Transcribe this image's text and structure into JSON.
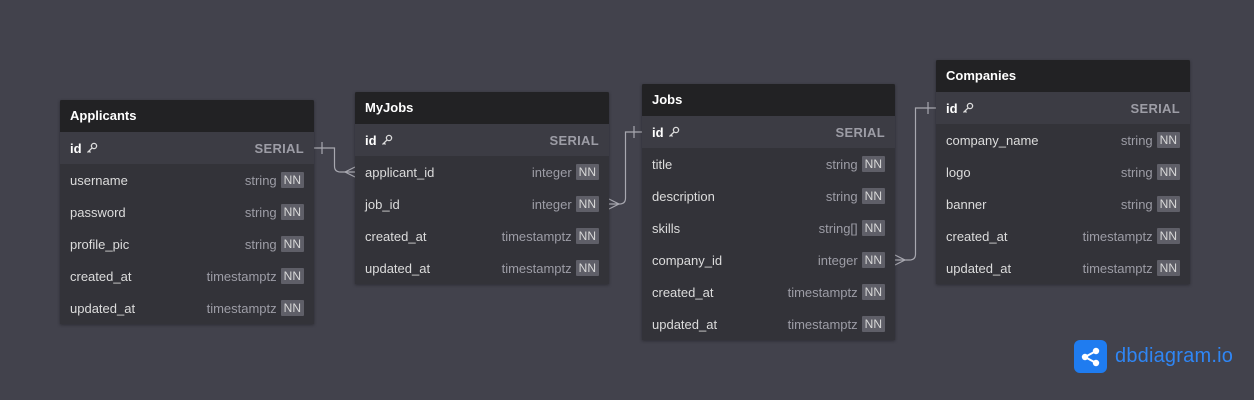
{
  "tables": [
    {
      "id": "applicants",
      "name": "Applicants",
      "fields": [
        {
          "name": "id",
          "type": "SERIAL",
          "pk": true,
          "nn": false
        },
        {
          "name": "username",
          "type": "string",
          "pk": false,
          "nn": true
        },
        {
          "name": "password",
          "type": "string",
          "pk": false,
          "nn": true
        },
        {
          "name": "profile_pic",
          "type": "string",
          "pk": false,
          "nn": true
        },
        {
          "name": "created_at",
          "type": "timestamptz",
          "pk": false,
          "nn": true
        },
        {
          "name": "updated_at",
          "type": "timestamptz",
          "pk": false,
          "nn": true
        }
      ]
    },
    {
      "id": "myjobs",
      "name": "MyJobs",
      "fields": [
        {
          "name": "id",
          "type": "SERIAL",
          "pk": true,
          "nn": false
        },
        {
          "name": "applicant_id",
          "type": "integer",
          "pk": false,
          "nn": true
        },
        {
          "name": "job_id",
          "type": "integer",
          "pk": false,
          "nn": true
        },
        {
          "name": "created_at",
          "type": "timestamptz",
          "pk": false,
          "nn": true
        },
        {
          "name": "updated_at",
          "type": "timestamptz",
          "pk": false,
          "nn": true
        }
      ]
    },
    {
      "id": "jobs",
      "name": "Jobs",
      "fields": [
        {
          "name": "id",
          "type": "SERIAL",
          "pk": true,
          "nn": false
        },
        {
          "name": "title",
          "type": "string",
          "pk": false,
          "nn": true
        },
        {
          "name": "description",
          "type": "string",
          "pk": false,
          "nn": true
        },
        {
          "name": "skills",
          "type": "string[]",
          "pk": false,
          "nn": true
        },
        {
          "name": "company_id",
          "type": "integer",
          "pk": false,
          "nn": true
        },
        {
          "name": "created_at",
          "type": "timestamptz",
          "pk": false,
          "nn": true
        },
        {
          "name": "updated_at",
          "type": "timestamptz",
          "pk": false,
          "nn": true
        }
      ]
    },
    {
      "id": "companies",
      "name": "Companies",
      "fields": [
        {
          "name": "id",
          "type": "SERIAL",
          "pk": true,
          "nn": false
        },
        {
          "name": "company_name",
          "type": "string",
          "pk": false,
          "nn": true
        },
        {
          "name": "logo",
          "type": "string",
          "pk": false,
          "nn": true
        },
        {
          "name": "banner",
          "type": "string",
          "pk": false,
          "nn": true
        },
        {
          "name": "created_at",
          "type": "timestamptz",
          "pk": false,
          "nn": true
        },
        {
          "name": "updated_at",
          "type": "timestamptz",
          "pk": false,
          "nn": true
        }
      ]
    }
  ],
  "nn_label": "NN",
  "relations": [
    {
      "from_table": "applicants",
      "from_field": "id",
      "to_table": "myjobs",
      "to_field": "applicant_id",
      "type": "one-to-many"
    },
    {
      "from_table": "jobs",
      "from_field": "id",
      "to_table": "myjobs",
      "to_field": "job_id",
      "type": "one-to-many"
    },
    {
      "from_table": "companies",
      "from_field": "id",
      "to_table": "jobs",
      "to_field": "company_id",
      "type": "one-to-many"
    }
  ],
  "branding": {
    "logo_text": "dbdiagram",
    "logo_suffix": ".io",
    "logo_icon": "share-nodes-icon",
    "accent_color": "#1f7cf0"
  },
  "colors": {
    "canvas_bg": "#42424c",
    "table_header_bg": "#222224",
    "table_body_bg": "#333339",
    "connector": "#a8a8b0"
  }
}
